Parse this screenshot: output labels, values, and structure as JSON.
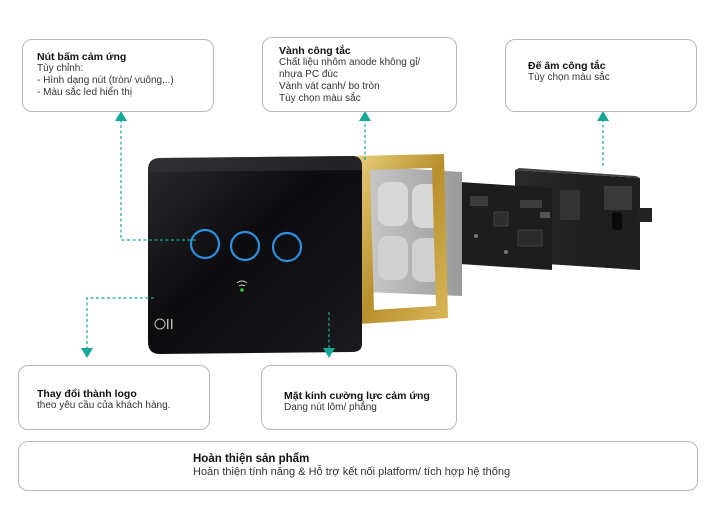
{
  "callouts": {
    "touch_button": {
      "title": "Nút bấm cảm ứng",
      "lines": [
        "Tùy chỉnh:",
        "- Hình dạng nút (tròn/ vuông...)",
        "- Màu sắc led hiển thị"
      ]
    },
    "frame": {
      "title": "Vành công tắc",
      "lines": [
        "Chất liệu nhôm anode không gỉ/",
        "nhựa PC đúc",
        "Vành vát cạnh/ bo tròn",
        "Tùy chọn màu sắc"
      ]
    },
    "base": {
      "title": "Đế âm công tắc",
      "lines": [
        "Tùy chọn màu sắc"
      ]
    },
    "logo": {
      "title": "Thay đổi thành logo",
      "lines": [
        "theo yêu cầu của khách hàng."
      ]
    },
    "glass": {
      "title": "Mặt kính cường lực cảm ứng",
      "lines": [
        "Dạng nút lõm/ phẳng"
      ]
    },
    "finish": {
      "title": "Hoàn thiện sản phẩm",
      "lines": [
        "Hoàn thiện tính năng & Hỗ trợ kết nối platform/ tích hợp hệ thống"
      ]
    }
  },
  "colors": {
    "leader_line": "#17a89a",
    "touch_ring": "#2e8fe0",
    "wifi_led": "#2ecc40",
    "frame_gold": "#c9a640",
    "glass_panel": "#0e0e10"
  },
  "product": {
    "touch_buttons": 3,
    "logo_mark": "ball-logo-icon",
    "wifi_indicator": "wifi-icon"
  }
}
